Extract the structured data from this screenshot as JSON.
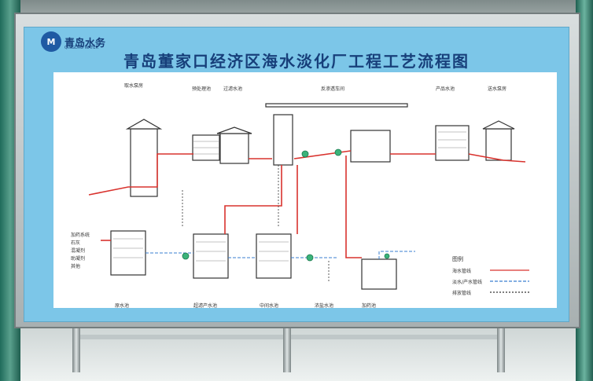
{
  "logo": {
    "mark": "M",
    "name": "青岛水务",
    "sub": "QINGDAO WATER"
  },
  "title": "青岛董家口经济区海水淡化厂工程工艺流程图",
  "labels": {
    "intake": "取水泵房",
    "pretreat": "预处理池",
    "filter": "过滤水池",
    "ro_room": "反渗透车间",
    "product": "产品水池",
    "outflow": "送水泵房",
    "raw_pool": "原水池",
    "uf_pool": "超滤产水池",
    "mid_pool": "中间水池",
    "rejected": "浓盐水池",
    "chem_pool": "加药池"
  },
  "left_inputs": [
    "加药系统",
    "石灰",
    "混凝剂",
    "助凝剂",
    "其他"
  ],
  "legend": {
    "title": "图例",
    "items": [
      {
        "label": "海水管线",
        "color": "#d9332e",
        "style": "solid"
      },
      {
        "label": "淡水/产水管线",
        "color": "#3a7fd0",
        "style": "dash"
      },
      {
        "label": "排放管线",
        "color": "#333333",
        "style": "dot"
      }
    ]
  },
  "colors": {
    "board": "#7cc6e8",
    "title": "#173f7a",
    "sea_pipe": "#d9332e",
    "fresh_pipe": "#3a7fd0"
  }
}
